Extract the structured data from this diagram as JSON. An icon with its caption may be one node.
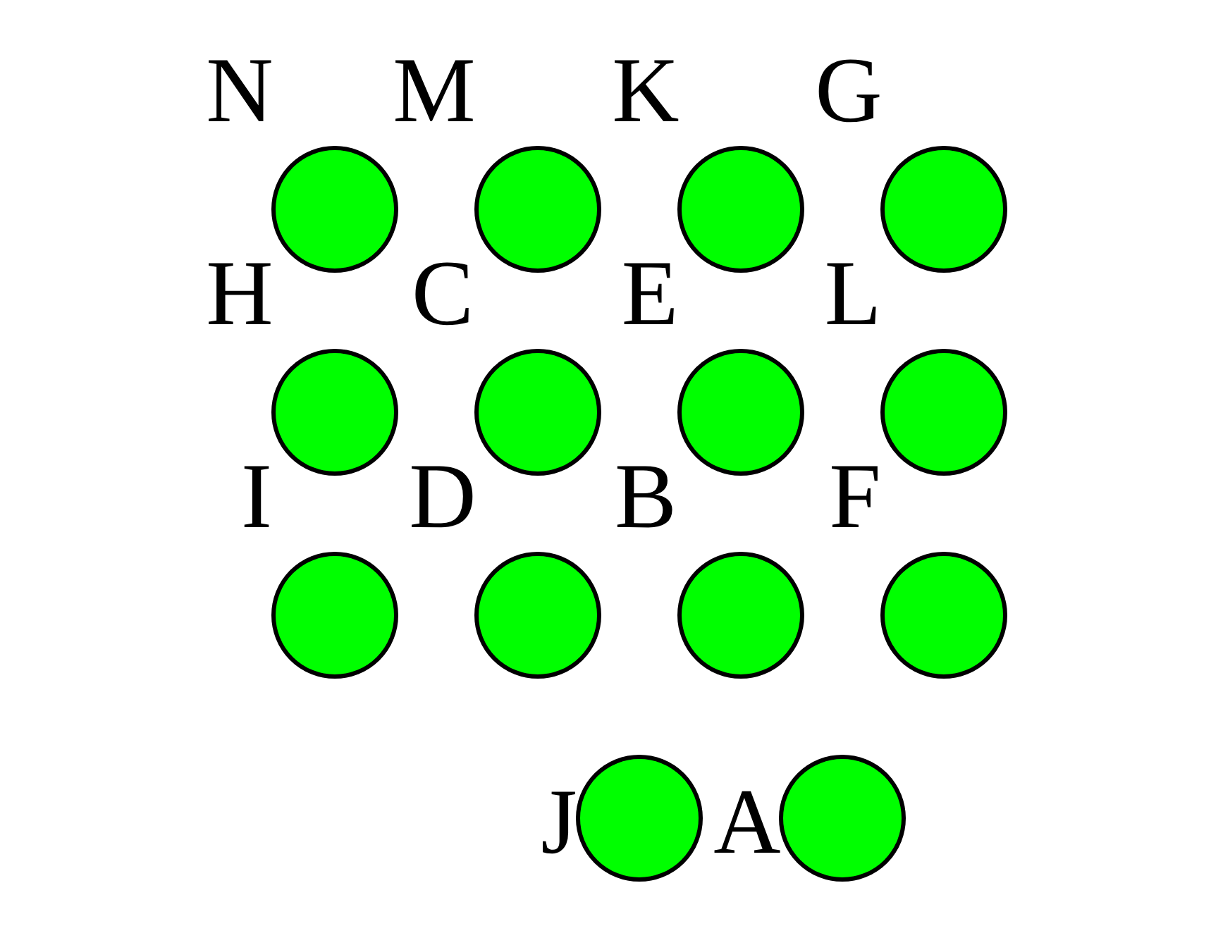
{
  "diagram": {
    "nodes": [
      {
        "text": [],
        "shape": "circle",
        "beside": [
          "D"
        ]
      },
      {
        "text": [],
        "shape": "circle",
        "beside": [
          "B"
        ]
      },
      {
        "text": [],
        "shape": "circle",
        "beside": [
          "E"
        ]
      },
      {
        "text": [],
        "shape": "circle",
        "beside": [
          "C"
        ]
      },
      {
        "text": [],
        "shape": "circle",
        "beside": [
          "J"
        ]
      },
      {
        "text": [],
        "shape": "circle",
        "beside": [
          "A"
        ]
      },
      {
        "text": [],
        "shape": "circle",
        "beside": [
          "F"
        ]
      },
      {
        "text": [],
        "shape": "circle",
        "beside": [
          "L"
        ]
      },
      {
        "text": [],
        "shape": "circle",
        "beside": [
          "G"
        ]
      },
      {
        "text": [],
        "shape": "circle",
        "beside": [
          "K"
        ]
      },
      {
        "text": [],
        "shape": "circle",
        "beside": [
          "M"
        ]
      },
      {
        "text": [],
        "shape": "circle",
        "beside": [
          "N"
        ]
      },
      {
        "text": [],
        "shape": "circle",
        "beside": [
          "H"
        ]
      },
      {
        "text": [],
        "shape": "circle",
        "beside": [
          "I"
        ]
      }
    ],
    "edges": []
  }
}
